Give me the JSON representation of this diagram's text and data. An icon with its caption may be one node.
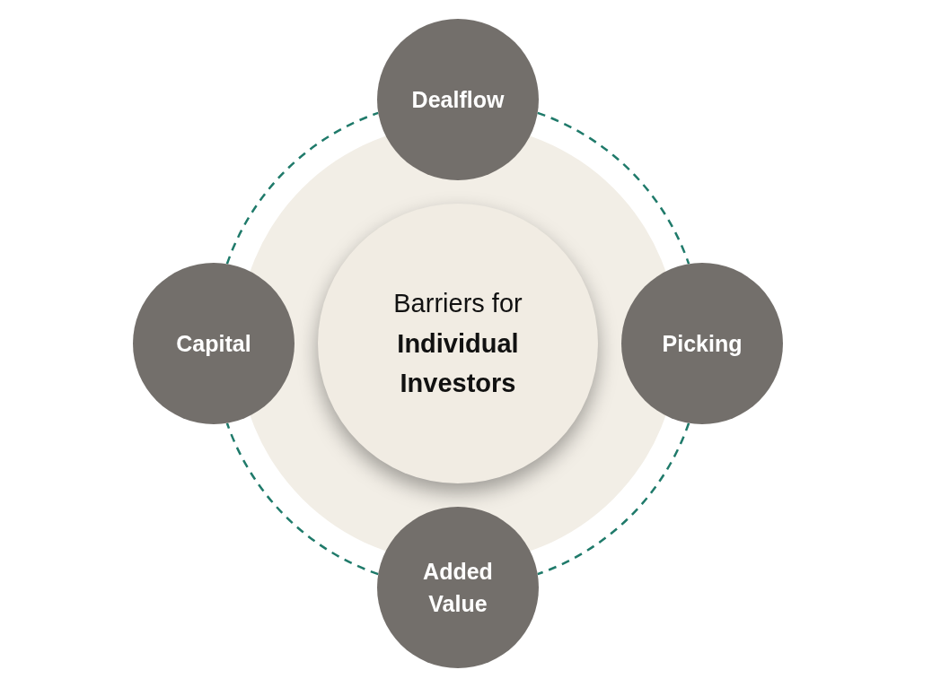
{
  "diagram": {
    "nodes": [
      {
        "text": [
          "Dealflow"
        ]
      },
      {
        "text": [
          "Capital"
        ]
      },
      {
        "text": [
          "Barriers for **Individual Investors**"
        ]
      },
      {
        "text": [
          "Picking"
        ]
      },
      {
        "text": [
          "Added Value"
        ]
      }
    ],
    "edges": [
      {
        "from": 0,
        "to": 3,
        "arrow": "none",
        "style": "dashed"
      },
      {
        "from": 3,
        "to": 4,
        "arrow": "none",
        "style": "dashed"
      },
      {
        "from": 4,
        "to": 1,
        "arrow": "none",
        "style": "dashed"
      },
      {
        "from": 1,
        "to": 0,
        "arrow": "none",
        "style": "dashed"
      }
    ]
  }
}
